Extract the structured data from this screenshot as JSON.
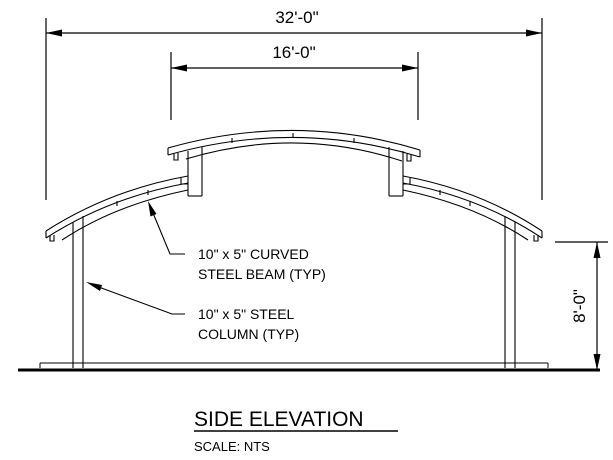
{
  "dimensions": {
    "overall_width": "32'-0\"",
    "center_width": "16'-0\"",
    "column_height": "8'-0\""
  },
  "callouts": {
    "beam_line1": "10\" x 5\" CURVED",
    "beam_line2": "STEEL BEAM (TYP)",
    "column_line1": "10\" x 5\" STEEL",
    "column_line2": "COLUMN (TYP)"
  },
  "title": {
    "main": "SIDE ELEVATION",
    "scale": "SCALE: NTS"
  },
  "colors": {
    "line": "#000000",
    "background": "#ffffff"
  }
}
